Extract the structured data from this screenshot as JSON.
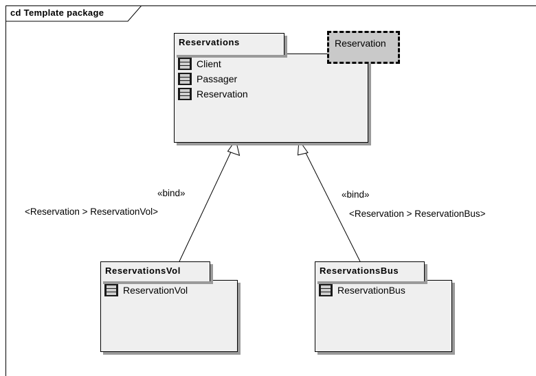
{
  "frame": {
    "label": "cd Template package"
  },
  "template_package": {
    "name": "Reservations",
    "members": [
      "Client",
      "Passager",
      "Reservation"
    ],
    "template_parameter": "Reservation"
  },
  "bound_packages": [
    {
      "name": "ReservationsVol",
      "members": [
        "ReservationVol"
      ],
      "stereotype": "«bind»",
      "binding": "<Reservation > ReservationVol>"
    },
    {
      "name": "ReservationsBus",
      "members": [
        "ReservationBus"
      ],
      "stereotype": "«bind»",
      "binding": "<Reservation > ReservationBus>"
    }
  ],
  "colors": {
    "package_fill": "#efefef",
    "shadow": "#9a9a9a",
    "template_parameter_fill": "#c9c9c9"
  },
  "icons": {
    "member": "class-icon"
  }
}
